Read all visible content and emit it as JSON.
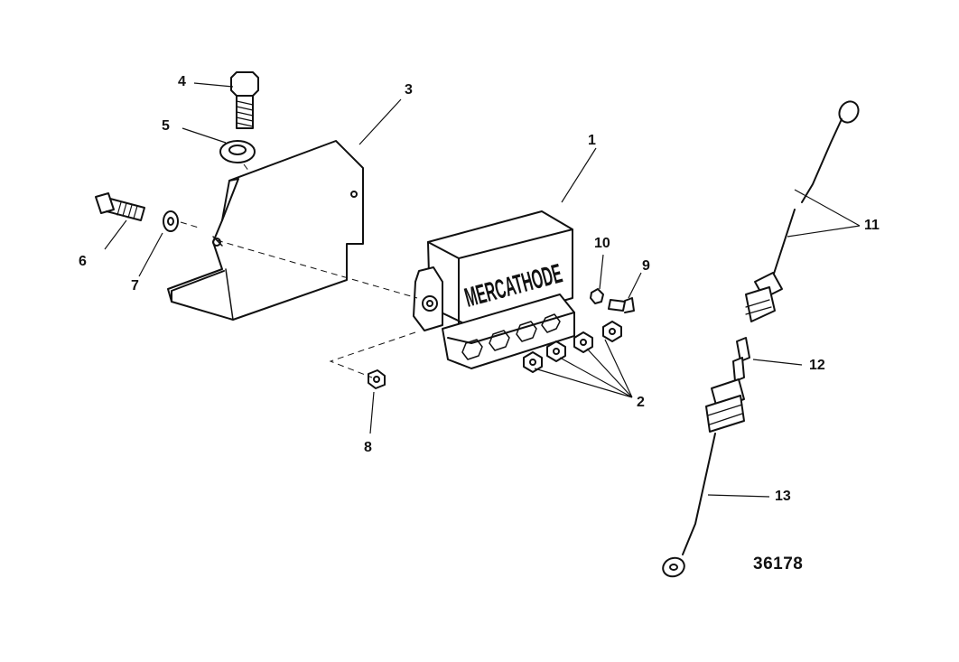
{
  "callouts": {
    "c1": "1",
    "c2": "2",
    "c3": "3",
    "c4": "4",
    "c5": "5",
    "c6": "6",
    "c7": "7",
    "c8": "8",
    "c9": "9",
    "c10": "10",
    "c11": "11",
    "c12": "12",
    "c13": "13"
  },
  "controller_label": "MERCATHODE",
  "figure_number": "36178"
}
